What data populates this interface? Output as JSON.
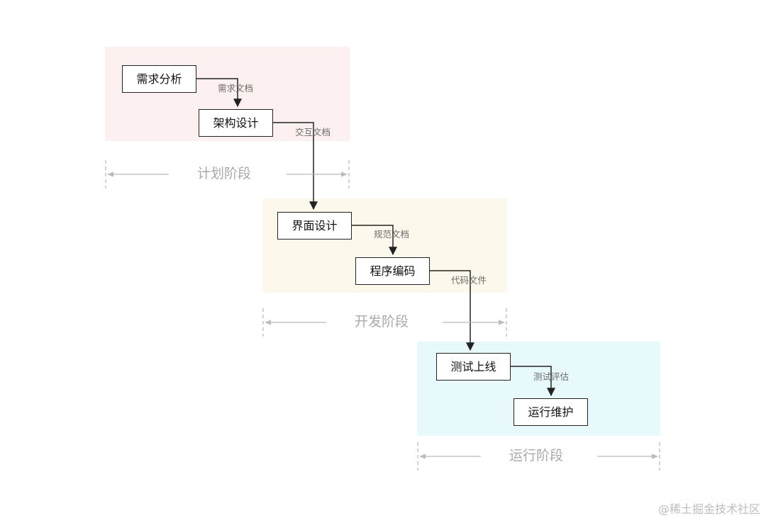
{
  "phases": [
    {
      "label": "计划阶段",
      "color": "#fdf0f0"
    },
    {
      "label": "开发阶段",
      "color": "#fdf8ec"
    },
    {
      "label": "运行阶段",
      "color": "#e8f9fc"
    }
  ],
  "steps": [
    {
      "label": "需求分析"
    },
    {
      "label": "架构设计"
    },
    {
      "label": "界面设计"
    },
    {
      "label": "程序编码"
    },
    {
      "label": "测试上线"
    },
    {
      "label": "运行维护"
    }
  ],
  "documents": [
    {
      "label": "需求文档"
    },
    {
      "label": "交互文档"
    },
    {
      "label": "规范文档"
    },
    {
      "label": "代码文件"
    },
    {
      "label": "测试评估"
    }
  ],
  "watermark": "@稀土掘金技术社区",
  "colors": {
    "step_border": "#222222",
    "connector": "#222222",
    "phase_axis": "#bbbbbb",
    "phase_label": "#a9a9a9"
  }
}
